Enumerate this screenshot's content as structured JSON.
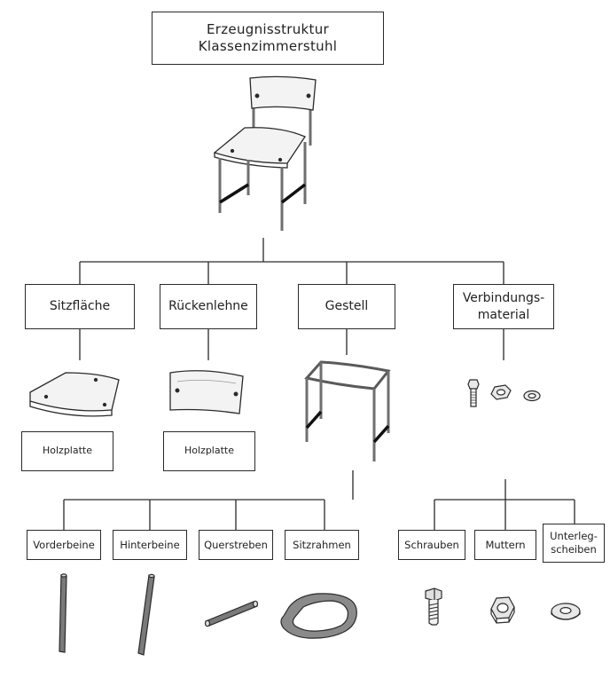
{
  "title": {
    "line1": "Erzeugnisstruktur",
    "line2": "Klassenzimmerstuhl"
  },
  "components": [
    {
      "label": "Sitzfläche",
      "part": "Holzplatte"
    },
    {
      "label": "Rückenlehne",
      "part": "Holzplatte"
    },
    {
      "label": "Gestell"
    },
    {
      "label_line1": "Verbindungs-",
      "label_line2": "material"
    }
  ],
  "gestell_parts": [
    "Vorderbeine",
    "Hinterbeine",
    "Querstreben",
    "Sitzrahmen"
  ],
  "material_parts": [
    {
      "label": "Schrauben"
    },
    {
      "label": "Muttern"
    },
    {
      "label_line1": "Unterleg-",
      "label_line2": "scheiben"
    }
  ],
  "colors": {
    "line": "#2a2a2a",
    "metal": "#6f6f6f",
    "wood": "#f3f3f3",
    "strut": "#111111"
  },
  "icons": [
    "chair",
    "seat-board",
    "backrest-board",
    "frame",
    "bolt",
    "nut",
    "washer",
    "leg-tube",
    "short-tube",
    "seat-ring"
  ]
}
